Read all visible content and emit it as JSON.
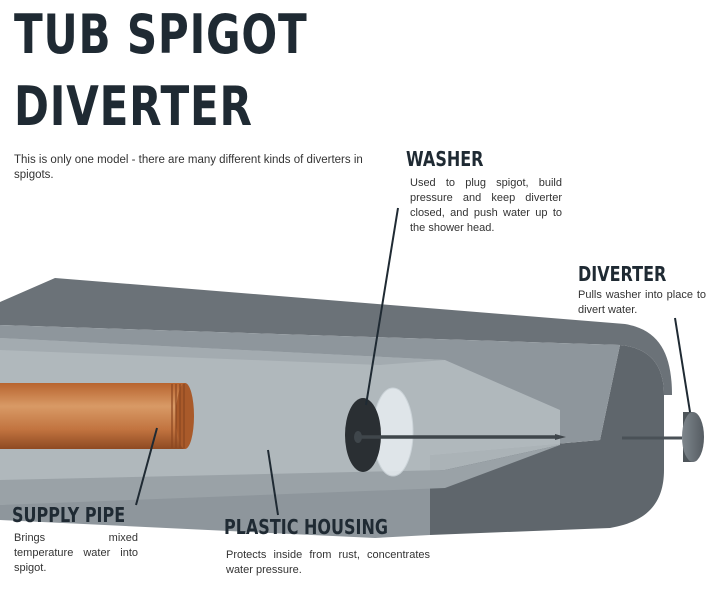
{
  "title": {
    "line1": "TUB SPIGOT",
    "line2": "DIVERTER"
  },
  "subtitle": "This is only one model - there are many different kinds of diverters in spigots.",
  "labels": {
    "washer": {
      "heading": "WASHER",
      "description": "Used to plug spigot, build pressure and keep diverter closed, and push water up to the shower head."
    },
    "diverter": {
      "heading": "DIVERTER",
      "description": "Pulls washer into place to divert water."
    },
    "supply_pipe": {
      "heading": "SUPPLY PIPE",
      "description": "Brings mixed temperature water into spigot."
    },
    "plastic_housing": {
      "heading": "PLASTIC HOUSING",
      "description": "Protects inside from rust, concentrates water pressure."
    }
  },
  "colors": {
    "title": "#1f2a33",
    "housing_top": "#6b7278",
    "housing_front": "#8e969c",
    "housing_inner": "#b4bbc0",
    "copper": "#c87a45",
    "leader": "#1f2a33"
  }
}
